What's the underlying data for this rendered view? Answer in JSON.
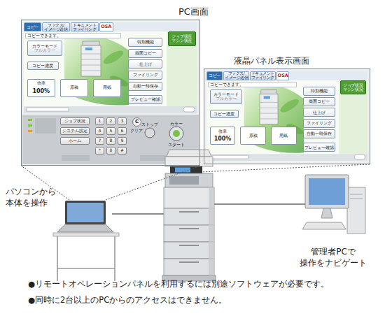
{
  "diagram": {
    "nodes": [
      {
        "text": [
          "PC画面"
        ]
      },
      {
        "text": [
          "コピー"
        ],
        "in": 0
      },
      {
        "text": [
          "ファクス/ イメージ送信"
        ],
        "in": 0
      },
      {
        "text": [
          "ドキュメント ファイリング"
        ],
        "in": 0
      },
      {
        "text": [
          "OSA"
        ],
        "in": 0
      },
      {
        "text": [
          "コピーできます。"
        ],
        "in": 0
      },
      {
        "text": [
          "ジョブ状況 マシン状況"
        ],
        "in": 0
      },
      {
        "text": [
          "カラーモード",
          "フルカラー"
        ],
        "in": 0
      },
      {
        "text": [
          "コピー濃度"
        ],
        "in": 0
      },
      {
        "text": [
          "倍率",
          "100%"
        ],
        "in": 0
      },
      {
        "text": [
          "原稿"
        ],
        "in": 0
      },
      {
        "text": [
          "用紙"
        ],
        "in": 0
      },
      {
        "text": [
          "特別機能"
        ],
        "in": 0
      },
      {
        "text": [
          "両面コピー"
        ],
        "in": 0
      },
      {
        "text": [
          "仕上げ"
        ],
        "in": 0
      },
      {
        "text": [
          "ファイリング"
        ],
        "in": 0
      },
      {
        "text": [
          "自動一時保存"
        ],
        "in": 0
      },
      {
        "text": [
          "プレビュー確認"
        ],
        "in": 0
      },
      {
        "text": [
          "ジョブ状況"
        ],
        "in": 0
      },
      {
        "text": [
          "システム設定"
        ],
        "in": 0
      },
      {
        "text": [
          "ホーム"
        ],
        "in": 0
      },
      {
        "text": [
          "1"
        ],
        "in": 0
      },
      {
        "text": [
          "2"
        ],
        "in": 0
      },
      {
        "text": [
          "3"
        ],
        "in": 0
      },
      {
        "text": [
          "4"
        ],
        "in": 0
      },
      {
        "text": [
          "5"
        ],
        "in": 0
      },
      {
        "text": [
          "6"
        ],
        "in": 0
      },
      {
        "text": [
          "7"
        ],
        "in": 0
      },
      {
        "text": [
          "8"
        ],
        "in": 0
      },
      {
        "text": [
          "9"
        ],
        "in": 0
      },
      {
        "text": [
          "*"
        ],
        "in": 0
      },
      {
        "text": [
          "0"
        ],
        "in": 0
      },
      {
        "text": [
          "#"
        ],
        "in": 0
      },
      {
        "text": [
          "C"
        ],
        "in": 0
      },
      {
        "text": [
          "液晶パネル表示画面"
        ]
      },
      {
        "text": [
          "コピー"
        ],
        "in": 34
      },
      {
        "text": [
          "ファクス/ イメージ送信"
        ],
        "in": 34
      },
      {
        "text": [
          "ドキュメント ファイリング"
        ],
        "in": 34
      },
      {
        "text": [
          "OSA"
        ],
        "in": 34
      },
      {
        "text": [
          "コピーできます。"
        ],
        "in": 34
      },
      {
        "text": [
          "ジョブ状況 マシン状況"
        ],
        "in": 34
      },
      {
        "text": [
          "カラーモード",
          "フルカラー"
        ],
        "in": 34
      },
      {
        "text": [
          "コピー濃度"
        ],
        "in": 34
      },
      {
        "text": [
          "倍率",
          "100%"
        ],
        "in": 34
      },
      {
        "text": [
          "原稿"
        ],
        "in": 34
      },
      {
        "text": [
          "用紙"
        ],
        "in": 34
      },
      {
        "text": [
          "特別機能"
        ],
        "in": 34
      },
      {
        "text": [
          "両面コピー"
        ],
        "in": 34
      },
      {
        "text": [
          "仕上げ"
        ],
        "in": 34
      },
      {
        "text": [
          "ファイリング"
        ],
        "in": 34
      },
      {
        "text": [
          "自動一時保存"
        ],
        "in": 34
      },
      {
        "text": [
          "プレビュー確認"
        ],
        "in": 34
      },
      {
        "text": [
          "パソコンから 本体を操作"
        ]
      },
      {
        "text": [
          "管理者PCで 操作をナビゲート"
        ]
      }
    ],
    "edges": [
      {
        "from": 52,
        "to": 0,
        "arrow": "none"
      },
      {
        "from": 52,
        "to": 0,
        "arrow": "none"
      }
    ],
    "labels": [
      "●リモートオペレーションパネルを利用するには別途ソフトウェアが必要です。",
      "●同時に2台以上のPCからのアクセスはできません。",
      "クリア",
      "ストップ",
      "カラー",
      "スタート"
    ]
  }
}
